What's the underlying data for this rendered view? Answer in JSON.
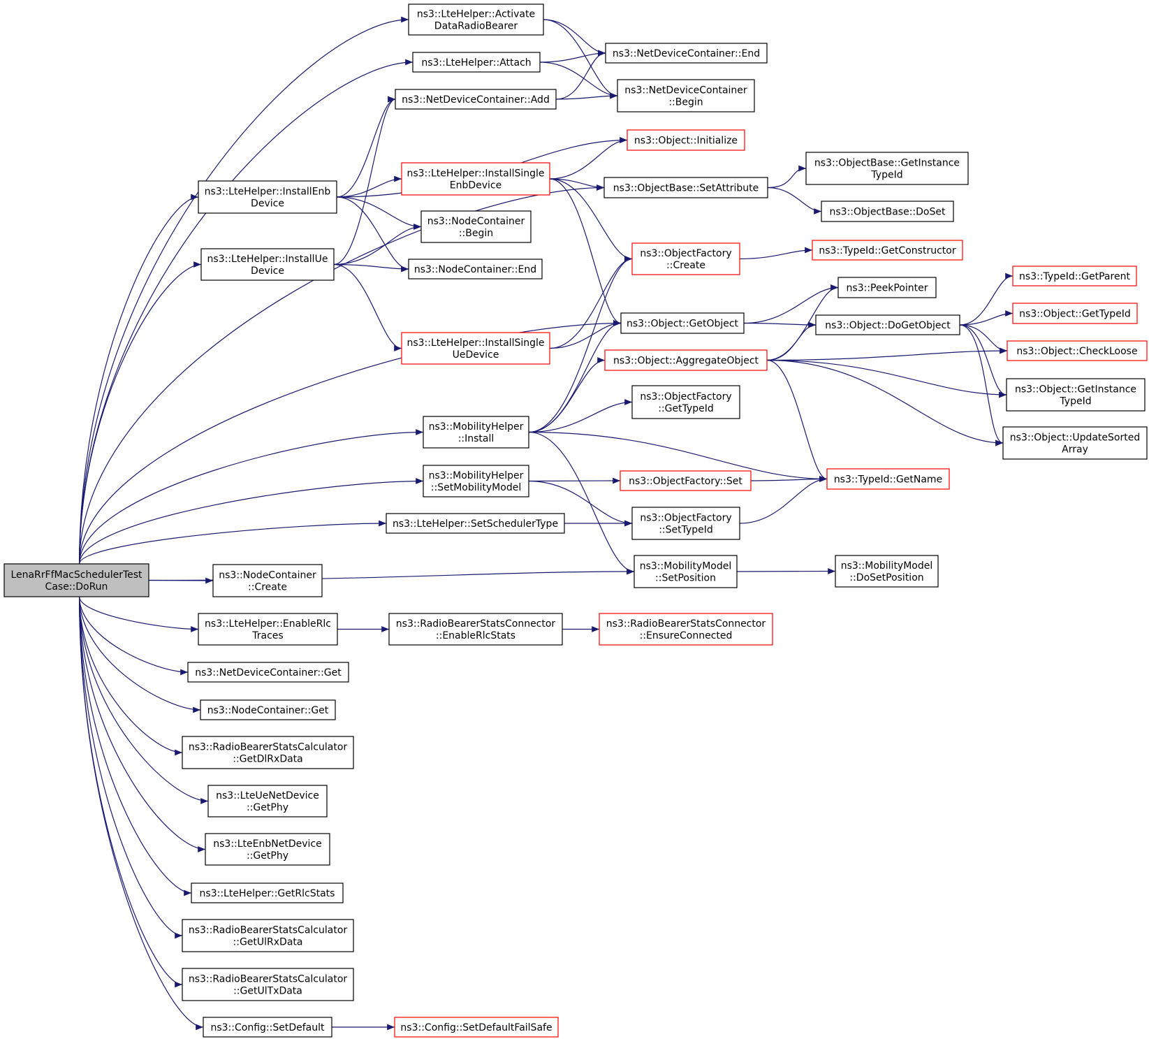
{
  "colors": {
    "edge": "#191970",
    "root_fill": "#bfbfbf",
    "node_border": "#000000",
    "truncated_border": "#ff0000"
  },
  "nodes": [
    {
      "id": "root",
      "lines": [
        "LenaRrFfMacSchedulerTest",
        "Case::DoRun"
      ],
      "kind": "root"
    },
    {
      "id": "activate",
      "lines": [
        "ns3::LteHelper::Activate",
        "DataRadioBearer"
      ],
      "kind": "normal"
    },
    {
      "id": "attach",
      "lines": [
        "ns3::LteHelper::Attach"
      ],
      "kind": "normal"
    },
    {
      "id": "ndc_add",
      "lines": [
        "ns3::NetDeviceContainer::Add"
      ],
      "kind": "normal"
    },
    {
      "id": "ndc_end",
      "lines": [
        "ns3::NetDeviceContainer::End"
      ],
      "kind": "normal"
    },
    {
      "id": "ndc_begin",
      "lines": [
        "ns3::NetDeviceContainer",
        "::Begin"
      ],
      "kind": "normal"
    },
    {
      "id": "obj_init",
      "lines": [
        "ns3::Object::Initialize"
      ],
      "kind": "truncated"
    },
    {
      "id": "install_enb",
      "lines": [
        "ns3::LteHelper::InstallEnb",
        "Device"
      ],
      "kind": "normal"
    },
    {
      "id": "install_single_enb",
      "lines": [
        "ns3::LteHelper::InstallSingle",
        "EnbDevice"
      ],
      "kind": "truncated"
    },
    {
      "id": "ob_getinstancetypeid",
      "lines": [
        "ns3::ObjectBase::GetInstance",
        "TypeId"
      ],
      "kind": "normal"
    },
    {
      "id": "ob_setattribute",
      "lines": [
        "ns3::ObjectBase::SetAttribute"
      ],
      "kind": "normal"
    },
    {
      "id": "ob_doset",
      "lines": [
        "ns3::ObjectBase::DoSet"
      ],
      "kind": "normal"
    },
    {
      "id": "nc_begin",
      "lines": [
        "ns3::NodeContainer",
        "::Begin"
      ],
      "kind": "normal"
    },
    {
      "id": "install_ue",
      "lines": [
        "ns3::LteHelper::InstallUe",
        "Device"
      ],
      "kind": "normal"
    },
    {
      "id": "nc_end",
      "lines": [
        "ns3::NodeContainer::End"
      ],
      "kind": "normal"
    },
    {
      "id": "of_create",
      "lines": [
        "ns3::ObjectFactory",
        "::Create"
      ],
      "kind": "truncated"
    },
    {
      "id": "tid_getconstructor",
      "lines": [
        "ns3::TypeId::GetConstructor"
      ],
      "kind": "truncated"
    },
    {
      "id": "peekpointer",
      "lines": [
        "ns3::PeekPointer"
      ],
      "kind": "normal"
    },
    {
      "id": "tid_getparent",
      "lines": [
        "ns3::TypeId::GetParent"
      ],
      "kind": "truncated"
    },
    {
      "id": "obj_getobject",
      "lines": [
        "ns3::Object::GetObject"
      ],
      "kind": "normal"
    },
    {
      "id": "obj_dogetobject",
      "lines": [
        "ns3::Object::DoGetObject"
      ],
      "kind": "normal"
    },
    {
      "id": "obj_gettypeid",
      "lines": [
        "ns3::Object::GetTypeId"
      ],
      "kind": "truncated"
    },
    {
      "id": "install_single_ue",
      "lines": [
        "ns3::LteHelper::InstallSingle",
        "UeDevice"
      ],
      "kind": "truncated"
    },
    {
      "id": "obj_aggregate",
      "lines": [
        "ns3::Object::AggregateObject"
      ],
      "kind": "truncated"
    },
    {
      "id": "obj_checkloose",
      "lines": [
        "ns3::Object::CheckLoose"
      ],
      "kind": "truncated"
    },
    {
      "id": "of_gettypeid",
      "lines": [
        "ns3::ObjectFactory",
        "::GetTypeId"
      ],
      "kind": "normal"
    },
    {
      "id": "obj_getinstancetypeid",
      "lines": [
        "ns3::Object::GetInstance",
        "TypeId"
      ],
      "kind": "normal"
    },
    {
      "id": "mh_install",
      "lines": [
        "ns3::MobilityHelper",
        "::Install"
      ],
      "kind": "normal"
    },
    {
      "id": "obj_updatesorted",
      "lines": [
        "ns3::Object::UpdateSorted",
        "Array"
      ],
      "kind": "normal"
    },
    {
      "id": "mh_setmobility",
      "lines": [
        "ns3::MobilityHelper",
        "::SetMobilityModel"
      ],
      "kind": "normal"
    },
    {
      "id": "of_set",
      "lines": [
        "ns3::ObjectFactory::Set"
      ],
      "kind": "truncated"
    },
    {
      "id": "tid_getname",
      "lines": [
        "ns3::TypeId::GetName"
      ],
      "kind": "truncated"
    },
    {
      "id": "lh_setscheduler",
      "lines": [
        "ns3::LteHelper::SetSchedulerType"
      ],
      "kind": "normal"
    },
    {
      "id": "of_settypeid",
      "lines": [
        "ns3::ObjectFactory",
        "::SetTypeId"
      ],
      "kind": "normal"
    },
    {
      "id": "mm_setposition",
      "lines": [
        "ns3::MobilityModel",
        "::SetPosition"
      ],
      "kind": "normal"
    },
    {
      "id": "mm_dosetposition",
      "lines": [
        "ns3::MobilityModel",
        "::DoSetPosition"
      ],
      "kind": "normal"
    },
    {
      "id": "nc_create",
      "lines": [
        "ns3::NodeContainer",
        "::Create"
      ],
      "kind": "normal"
    },
    {
      "id": "lh_enablerlc",
      "lines": [
        "ns3::LteHelper::EnableRlc",
        "Traces"
      ],
      "kind": "normal"
    },
    {
      "id": "rbsc_enablerlc",
      "lines": [
        "ns3::RadioBearerStatsConnector",
        "::EnableRlcStats"
      ],
      "kind": "normal"
    },
    {
      "id": "rbsc_ensure",
      "lines": [
        "ns3::RadioBearerStatsConnector",
        "::EnsureConnected"
      ],
      "kind": "truncated"
    },
    {
      "id": "ndc_get",
      "lines": [
        "ns3::NetDeviceContainer::Get"
      ],
      "kind": "normal"
    },
    {
      "id": "nc_get",
      "lines": [
        "ns3::NodeContainer::Get"
      ],
      "kind": "normal"
    },
    {
      "id": "rbscalc_dlrx",
      "lines": [
        "ns3::RadioBearerStatsCalculator",
        "::GetDlRxData"
      ],
      "kind": "normal"
    },
    {
      "id": "ue_getphy",
      "lines": [
        "ns3::LteUeNetDevice",
        "::GetPhy"
      ],
      "kind": "normal"
    },
    {
      "id": "enb_getphy",
      "lines": [
        "ns3::LteEnbNetDevice",
        "::GetPhy"
      ],
      "kind": "normal"
    },
    {
      "id": "lh_getrlc",
      "lines": [
        "ns3::LteHelper::GetRlcStats"
      ],
      "kind": "normal"
    },
    {
      "id": "rbscalc_ulrx",
      "lines": [
        "ns3::RadioBearerStatsCalculator",
        "::GetUlRxData"
      ],
      "kind": "normal"
    },
    {
      "id": "rbscalc_ultx",
      "lines": [
        "ns3::RadioBearerStatsCalculator",
        "::GetUlTxData"
      ],
      "kind": "normal"
    },
    {
      "id": "cfg_setdefault",
      "lines": [
        "ns3::Config::SetDefault"
      ],
      "kind": "normal"
    },
    {
      "id": "cfg_failsafe",
      "lines": [
        "ns3::Config::SetDefaultFailSafe"
      ],
      "kind": "truncated"
    }
  ],
  "edges": [
    [
      "root",
      "activate"
    ],
    [
      "root",
      "attach"
    ],
    [
      "root",
      "install_enb"
    ],
    [
      "root",
      "install_ue"
    ],
    [
      "root",
      "ob_setattribute"
    ],
    [
      "root",
      "obj_getobject"
    ],
    [
      "root",
      "mh_install"
    ],
    [
      "root",
      "mh_setmobility"
    ],
    [
      "root",
      "lh_setscheduler"
    ],
    [
      "root",
      "mm_setposition"
    ],
    [
      "root",
      "nc_create"
    ],
    [
      "root",
      "lh_enablerlc"
    ],
    [
      "root",
      "ndc_get"
    ],
    [
      "root",
      "nc_get"
    ],
    [
      "root",
      "rbscalc_dlrx"
    ],
    [
      "root",
      "ue_getphy"
    ],
    [
      "root",
      "enb_getphy"
    ],
    [
      "root",
      "lh_getrlc"
    ],
    [
      "root",
      "rbscalc_ulrx"
    ],
    [
      "root",
      "rbscalc_ultx"
    ],
    [
      "root",
      "cfg_setdefault"
    ],
    [
      "activate",
      "ndc_end"
    ],
    [
      "activate",
      "ndc_begin"
    ],
    [
      "attach",
      "ndc_end"
    ],
    [
      "attach",
      "ndc_begin"
    ],
    [
      "ndc_add",
      "ndc_end"
    ],
    [
      "ndc_add",
      "ndc_begin"
    ],
    [
      "install_enb",
      "ndc_add"
    ],
    [
      "install_enb",
      "obj_init"
    ],
    [
      "install_enb",
      "install_single_enb"
    ],
    [
      "install_enb",
      "nc_begin"
    ],
    [
      "install_enb",
      "nc_end"
    ],
    [
      "install_single_enb",
      "obj_init"
    ],
    [
      "install_single_enb",
      "ob_setattribute"
    ],
    [
      "install_single_enb",
      "of_create"
    ],
    [
      "install_single_enb",
      "obj_getobject"
    ],
    [
      "ob_setattribute",
      "ob_getinstancetypeid"
    ],
    [
      "ob_setattribute",
      "ob_doset"
    ],
    [
      "install_ue",
      "ndc_add"
    ],
    [
      "install_ue",
      "nc_begin"
    ],
    [
      "install_ue",
      "nc_end"
    ],
    [
      "install_ue",
      "install_single_ue"
    ],
    [
      "install_single_ue",
      "of_create"
    ],
    [
      "install_single_ue",
      "obj_getobject"
    ],
    [
      "of_create",
      "tid_getconstructor"
    ],
    [
      "obj_getobject",
      "peekpointer"
    ],
    [
      "obj_getobject",
      "obj_dogetobject"
    ],
    [
      "obj_dogetobject",
      "tid_getparent"
    ],
    [
      "obj_dogetobject",
      "obj_gettypeid"
    ],
    [
      "obj_dogetobject",
      "obj_checkloose"
    ],
    [
      "obj_dogetobject",
      "obj_getinstancetypeid"
    ],
    [
      "obj_dogetobject",
      "obj_updatesorted"
    ],
    [
      "obj_aggregate",
      "peekpointer"
    ],
    [
      "obj_aggregate",
      "obj_dogetobject"
    ],
    [
      "obj_aggregate",
      "obj_checkloose"
    ],
    [
      "obj_aggregate",
      "obj_getinstancetypeid"
    ],
    [
      "obj_aggregate",
      "obj_updatesorted"
    ],
    [
      "obj_aggregate",
      "tid_getname"
    ],
    [
      "mh_install",
      "of_create"
    ],
    [
      "mh_install",
      "obj_getobject"
    ],
    [
      "mh_install",
      "obj_aggregate"
    ],
    [
      "mh_install",
      "of_gettypeid"
    ],
    [
      "mh_install",
      "tid_getname"
    ],
    [
      "mh_install",
      "mm_setposition"
    ],
    [
      "mh_setmobility",
      "of_set"
    ],
    [
      "mh_setmobility",
      "of_settypeid"
    ],
    [
      "of_set",
      "tid_getname"
    ],
    [
      "lh_setscheduler",
      "of_settypeid"
    ],
    [
      "of_settypeid",
      "tid_getname"
    ],
    [
      "mm_setposition",
      "mm_dosetposition"
    ],
    [
      "lh_enablerlc",
      "rbsc_enablerlc"
    ],
    [
      "rbsc_enablerlc",
      "rbsc_ensure"
    ],
    [
      "cfg_setdefault",
      "cfg_failsafe"
    ]
  ]
}
